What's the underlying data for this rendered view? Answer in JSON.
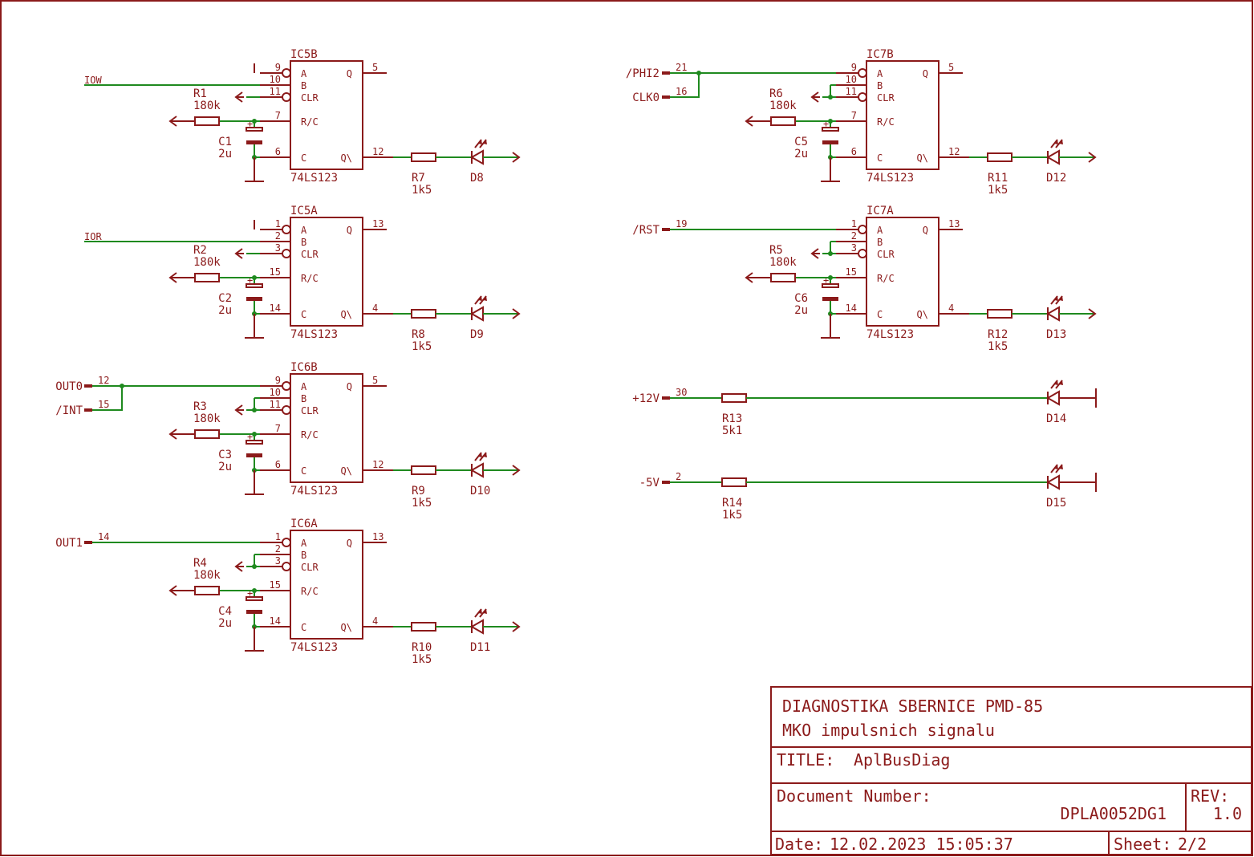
{
  "title_block": {
    "line1": "DIAGNOSTIKA SBERNICE PMD-85",
    "line2": "MKO impulsnich signalu",
    "title_label": "TITLE:",
    "title_value": "AplBusDiag",
    "docnum_label": "Document Number:",
    "docnum_value": "DPLA0052DG1",
    "rev_label": "REV:",
    "rev_value": "1.0",
    "date_label": "Date:",
    "date_value": "12.02.2023 15:05:37",
    "sheet_label": "Sheet:",
    "sheet_value": "2/2"
  },
  "chip_pins": {
    "a": "A",
    "b": "B",
    "clr": "CLR",
    "rc": "R/C",
    "c": "C",
    "q": "Q",
    "qn": "Q\\"
  },
  "blocks": [
    {
      "ic": "IC5B",
      "part": "74LS123",
      "pA": "9",
      "pB": "10",
      "pCLR": "11",
      "pRC": "7",
      "pC": "6",
      "pQ": "5",
      "pQN": "12",
      "r1": "R1",
      "r1v": "180k",
      "c": "C1",
      "cv": "2u",
      "r2": "R7",
      "r2v": "1k5",
      "d": "D8"
    },
    {
      "ic": "IC5A",
      "part": "74LS123",
      "pA": "1",
      "pB": "2",
      "pCLR": "3",
      "pRC": "15",
      "pC": "14",
      "pQ": "13",
      "pQN": "4",
      "r1": "R2",
      "r1v": "180k",
      "c": "C2",
      "cv": "2u",
      "r2": "R8",
      "r2v": "1k5",
      "d": "D9"
    },
    {
      "ic": "IC6B",
      "part": "74LS123",
      "pA": "9",
      "pB": "10",
      "pCLR": "11",
      "pRC": "7",
      "pC": "6",
      "pQ": "5",
      "pQN": "12",
      "r1": "R3",
      "r1v": "180k",
      "c": "C3",
      "cv": "2u",
      "r2": "R9",
      "r2v": "1k5",
      "d": "D10"
    },
    {
      "ic": "IC6A",
      "part": "74LS123",
      "pA": "1",
      "pB": "2",
      "pCLR": "3",
      "pRC": "15",
      "pC": "14",
      "pQ": "13",
      "pQN": "4",
      "r1": "R4",
      "r1v": "180k",
      "c": "C4",
      "cv": "2u",
      "r2": "R10",
      "r2v": "1k5",
      "d": "D11"
    },
    {
      "ic": "IC7B",
      "part": "74LS123",
      "pA": "9",
      "pB": "10",
      "pCLR": "11",
      "pRC": "7",
      "pC": "6",
      "pQ": "5",
      "pQN": "12",
      "r1": "R6",
      "r1v": "180k",
      "c": "C5",
      "cv": "2u",
      "r2": "R11",
      "r2v": "1k5",
      "d": "D12"
    },
    {
      "ic": "IC7A",
      "part": "74LS123",
      "pA": "1",
      "pB": "2",
      "pCLR": "3",
      "pRC": "15",
      "pC": "14",
      "pQ": "13",
      "pQN": "4",
      "r1": "R5",
      "r1v": "180k",
      "c": "C6",
      "cv": "2u",
      "r2": "R12",
      "r2v": "1k5",
      "d": "D13"
    }
  ],
  "nets": {
    "iow": "IOW",
    "ior": "IOR",
    "out0": "OUT0",
    "out0_pin": "12",
    "int": "/INT",
    "int_pin": "15",
    "out1": "OUT1",
    "out1_pin": "14",
    "phi2": "/PHI2",
    "phi2_pin": "21",
    "clk0": "CLK0",
    "clk0_pin": "16",
    "rst": "/RST",
    "rst_pin": "19",
    "p12": "+12V",
    "p12_pin": "30",
    "m5": "-5V",
    "m5_pin": "2"
  },
  "power_leds": [
    {
      "r": "R13",
      "rv": "5k1",
      "d": "D14"
    },
    {
      "r": "R14",
      "rv": "1k5",
      "d": "D15"
    }
  ],
  "colors": {
    "component": "#8b1a1a",
    "wire": "#1f8a1f",
    "background": "#ffffff"
  }
}
